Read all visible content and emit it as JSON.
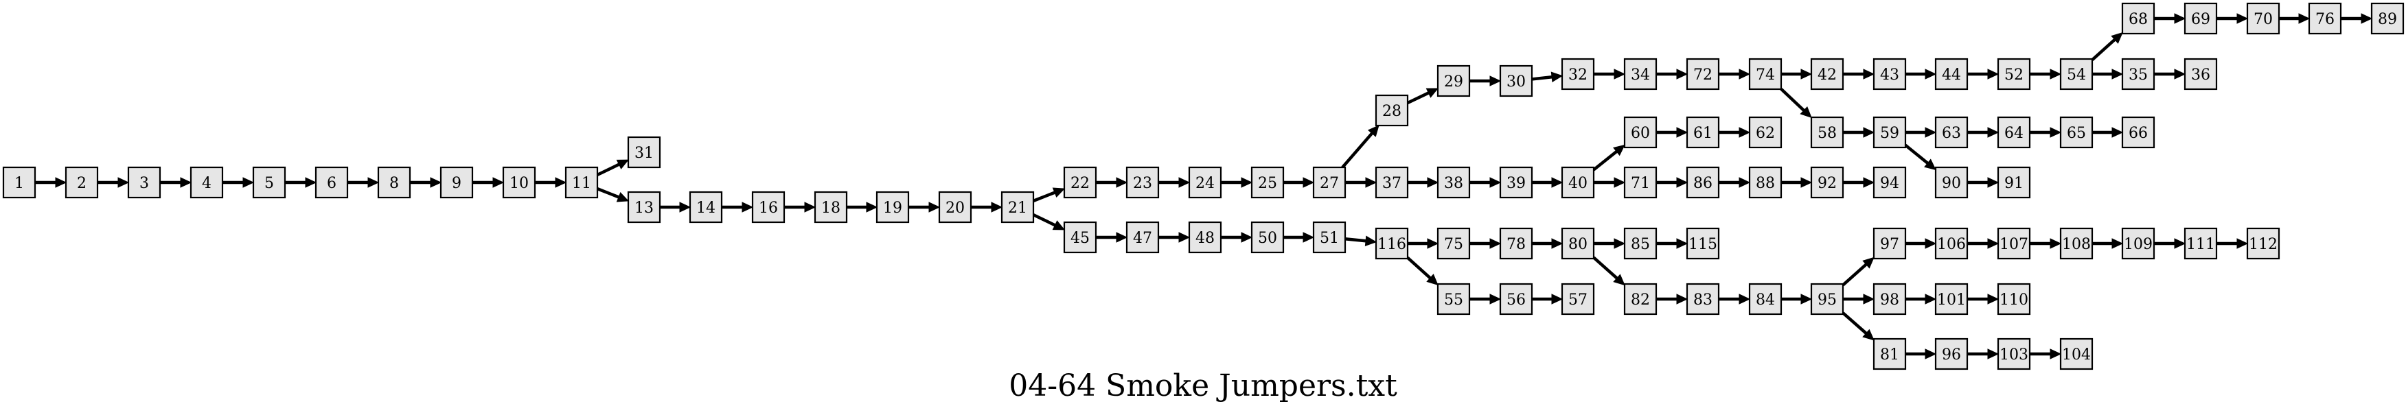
{
  "title": "04-64 Smoke Jumpers.txt",
  "chart_data": {
    "type": "graph",
    "directed": true,
    "nodes": [
      "1",
      "2",
      "3",
      "4",
      "5",
      "6",
      "8",
      "9",
      "10",
      "11",
      "31",
      "13",
      "14",
      "16",
      "18",
      "19",
      "20",
      "21",
      "22",
      "45",
      "23",
      "24",
      "25",
      "27",
      "28",
      "37",
      "29",
      "30",
      "32",
      "34",
      "72",
      "74",
      "42",
      "58",
      "43",
      "44",
      "52",
      "54",
      "68",
      "35",
      "69",
      "70",
      "76",
      "89",
      "36",
      "38",
      "39",
      "40",
      "60",
      "71",
      "61",
      "62",
      "86",
      "88",
      "92",
      "94",
      "59",
      "63",
      "90",
      "64",
      "65",
      "66",
      "91",
      "47",
      "48",
      "50",
      "51",
      "116",
      "75",
      "55",
      "78",
      "80",
      "85",
      "82",
      "115",
      "83",
      "84",
      "95",
      "97",
      "98",
      "81",
      "106",
      "107",
      "108",
      "109",
      "111",
      "112",
      "101",
      "110",
      "96",
      "103",
      "104",
      "56",
      "57"
    ],
    "edges": [
      [
        "1",
        "2"
      ],
      [
        "2",
        "3"
      ],
      [
        "3",
        "4"
      ],
      [
        "4",
        "5"
      ],
      [
        "5",
        "6"
      ],
      [
        "6",
        "8"
      ],
      [
        "8",
        "9"
      ],
      [
        "9",
        "10"
      ],
      [
        "10",
        "11"
      ],
      [
        "11",
        "31"
      ],
      [
        "11",
        "13"
      ],
      [
        "13",
        "14"
      ],
      [
        "14",
        "16"
      ],
      [
        "16",
        "18"
      ],
      [
        "18",
        "19"
      ],
      [
        "19",
        "20"
      ],
      [
        "20",
        "21"
      ],
      [
        "21",
        "22"
      ],
      [
        "21",
        "45"
      ],
      [
        "22",
        "23"
      ],
      [
        "23",
        "24"
      ],
      [
        "24",
        "25"
      ],
      [
        "25",
        "27"
      ],
      [
        "27",
        "28"
      ],
      [
        "27",
        "37"
      ],
      [
        "28",
        "29"
      ],
      [
        "29",
        "30"
      ],
      [
        "30",
        "32"
      ],
      [
        "32",
        "34"
      ],
      [
        "34",
        "72"
      ],
      [
        "72",
        "74"
      ],
      [
        "74",
        "42"
      ],
      [
        "74",
        "58"
      ],
      [
        "42",
        "43"
      ],
      [
        "43",
        "44"
      ],
      [
        "44",
        "52"
      ],
      [
        "52",
        "54"
      ],
      [
        "54",
        "68"
      ],
      [
        "54",
        "35"
      ],
      [
        "68",
        "69"
      ],
      [
        "69",
        "70"
      ],
      [
        "70",
        "76"
      ],
      [
        "76",
        "89"
      ],
      [
        "35",
        "36"
      ],
      [
        "37",
        "38"
      ],
      [
        "38",
        "39"
      ],
      [
        "39",
        "40"
      ],
      [
        "40",
        "60"
      ],
      [
        "40",
        "71"
      ],
      [
        "60",
        "61"
      ],
      [
        "61",
        "62"
      ],
      [
        "71",
        "86"
      ],
      [
        "86",
        "88"
      ],
      [
        "88",
        "92"
      ],
      [
        "92",
        "94"
      ],
      [
        "58",
        "59"
      ],
      [
        "59",
        "63"
      ],
      [
        "59",
        "90"
      ],
      [
        "63",
        "64"
      ],
      [
        "64",
        "65"
      ],
      [
        "65",
        "66"
      ],
      [
        "90",
        "91"
      ],
      [
        "45",
        "47"
      ],
      [
        "47",
        "48"
      ],
      [
        "48",
        "50"
      ],
      [
        "50",
        "51"
      ],
      [
        "51",
        "116"
      ],
      [
        "116",
        "75"
      ],
      [
        "116",
        "55"
      ],
      [
        "75",
        "78"
      ],
      [
        "78",
        "80"
      ],
      [
        "80",
        "85"
      ],
      [
        "80",
        "82"
      ],
      [
        "85",
        "115"
      ],
      [
        "82",
        "83"
      ],
      [
        "83",
        "84"
      ],
      [
        "84",
        "95"
      ],
      [
        "95",
        "97"
      ],
      [
        "95",
        "98"
      ],
      [
        "95",
        "81"
      ],
      [
        "97",
        "106"
      ],
      [
        "106",
        "107"
      ],
      [
        "107",
        "108"
      ],
      [
        "108",
        "109"
      ],
      [
        "109",
        "111"
      ],
      [
        "111",
        "112"
      ],
      [
        "98",
        "101"
      ],
      [
        "101",
        "110"
      ],
      [
        "81",
        "96"
      ],
      [
        "96",
        "103"
      ],
      [
        "103",
        "104"
      ],
      [
        "55",
        "56"
      ],
      [
        "56",
        "57"
      ]
    ]
  }
}
